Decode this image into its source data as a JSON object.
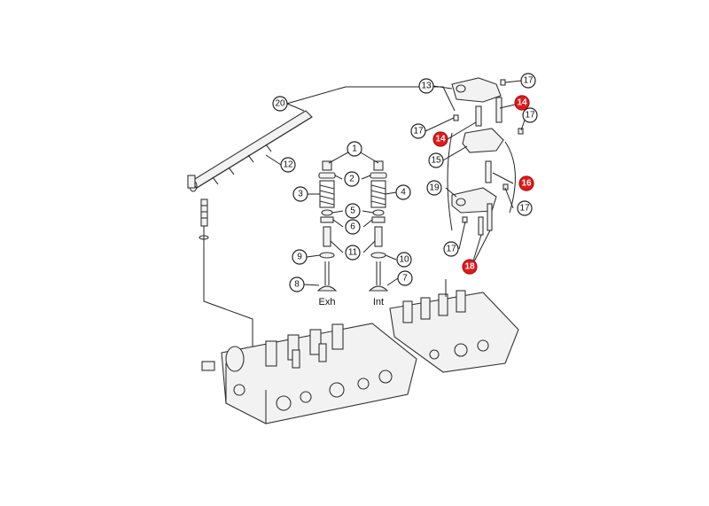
{
  "diagram": {
    "callouts": [
      {
        "num": "1",
        "highlight": false
      },
      {
        "num": "2",
        "highlight": false
      },
      {
        "num": "3",
        "highlight": false
      },
      {
        "num": "4",
        "highlight": false
      },
      {
        "num": "5",
        "highlight": false
      },
      {
        "num": "6",
        "highlight": false
      },
      {
        "num": "7",
        "highlight": false
      },
      {
        "num": "8",
        "highlight": false
      },
      {
        "num": "9",
        "highlight": false
      },
      {
        "num": "10",
        "highlight": false
      },
      {
        "num": "11",
        "highlight": false
      },
      {
        "num": "12",
        "highlight": false
      },
      {
        "num": "13",
        "highlight": false
      },
      {
        "num": "14",
        "highlight": true
      },
      {
        "num": "14",
        "highlight": true
      },
      {
        "num": "15",
        "highlight": false
      },
      {
        "num": "16",
        "highlight": true
      },
      {
        "num": "17",
        "highlight": false
      },
      {
        "num": "17",
        "highlight": false
      },
      {
        "num": "17",
        "highlight": false
      },
      {
        "num": "17",
        "highlight": false
      },
      {
        "num": "17",
        "highlight": false
      },
      {
        "num": "18",
        "highlight": true
      },
      {
        "num": "19",
        "highlight": false
      },
      {
        "num": "20",
        "highlight": false
      }
    ],
    "valve_labels": {
      "exhaust": "Exh",
      "intake": "Int"
    },
    "highlight_color": "#e3191b"
  }
}
